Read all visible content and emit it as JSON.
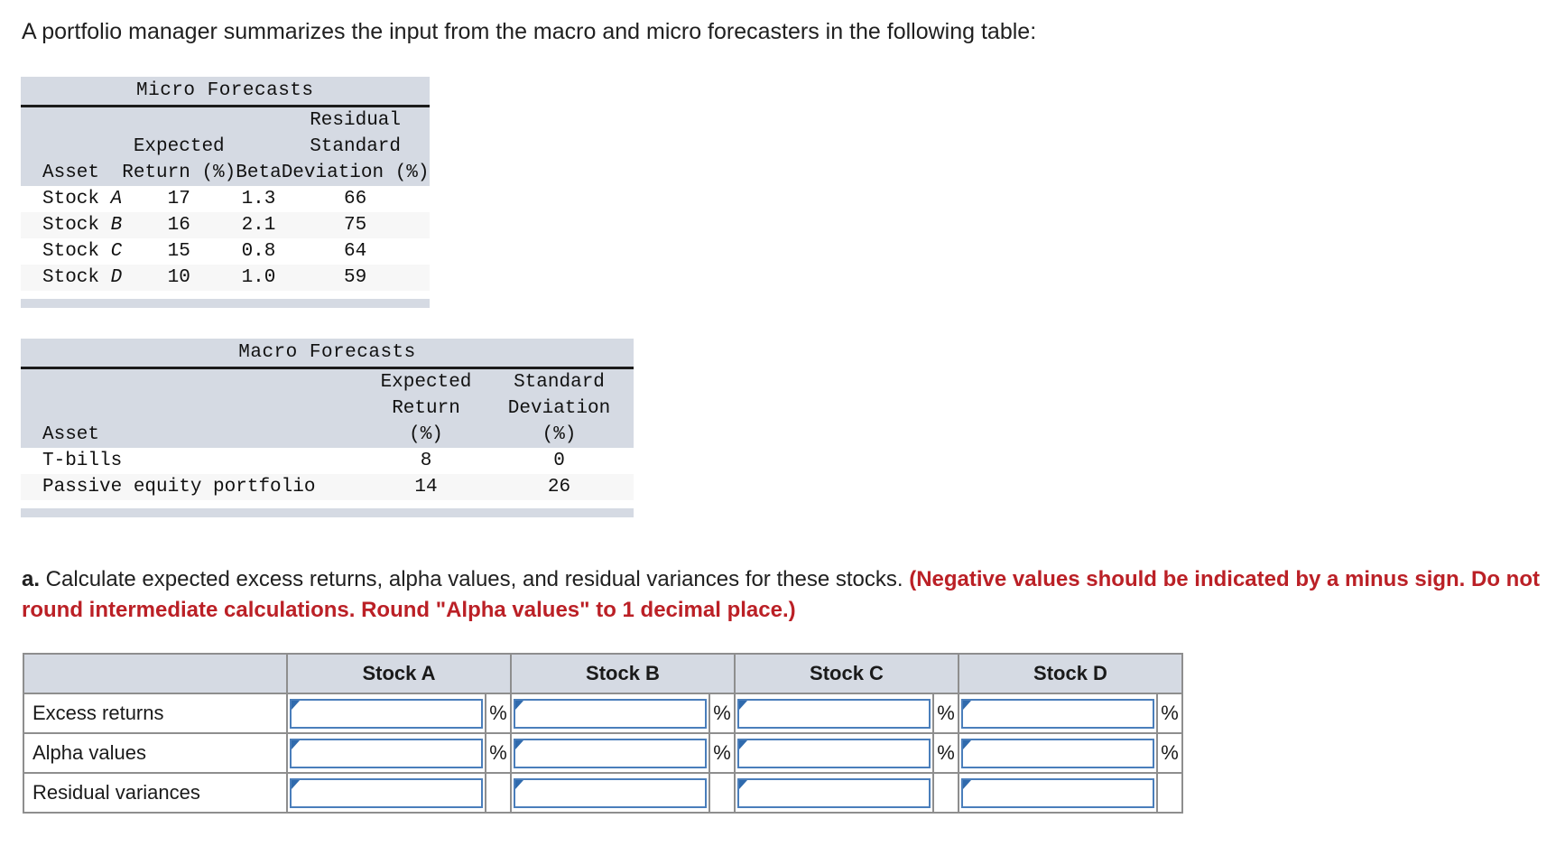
{
  "intro": {
    "text": "A portfolio manager summarizes the input from the macro and micro forecasters in the following table:"
  },
  "micro_table": {
    "title": "Micro Forecasts",
    "headers": {
      "asset": "Asset",
      "expected_return_line1": "Expected",
      "expected_return_line2": "Return (%)",
      "beta": "Beta",
      "residual_sd_line1": "Residual",
      "residual_sd_line2": "Standard",
      "residual_sd_line3": "Deviation (%)"
    },
    "rows": [
      {
        "asset_prefix": "Stock ",
        "asset_letter": "A",
        "expected_return": "17",
        "beta": "1.3",
        "residual_sd": "66"
      },
      {
        "asset_prefix": "Stock ",
        "asset_letter": "B",
        "expected_return": "16",
        "beta": "2.1",
        "residual_sd": "75"
      },
      {
        "asset_prefix": "Stock ",
        "asset_letter": "C",
        "expected_return": "15",
        "beta": "0.8",
        "residual_sd": "64"
      },
      {
        "asset_prefix": "Stock ",
        "asset_letter": "D",
        "expected_return": "10",
        "beta": "1.0",
        "residual_sd": "59"
      }
    ]
  },
  "macro_table": {
    "title": "Macro Forecasts",
    "headers": {
      "asset": "Asset",
      "expected_return_line1": "Expected",
      "expected_return_line2": "Return",
      "expected_return_line3": "(%)",
      "std_dev_line1": "Standard",
      "std_dev_line2": "Deviation",
      "std_dev_line3": "(%)"
    },
    "rows": [
      {
        "asset": "T-bills",
        "expected_return": "8",
        "std_dev": "0"
      },
      {
        "asset": "Passive equity portfolio",
        "expected_return": "14",
        "std_dev": "26"
      }
    ]
  },
  "prompt": {
    "label": "a.",
    "question": " Calculate expected excess returns, alpha values, and residual variances for these stocks. ",
    "instruction": "(Negative values should be indicated by a minus sign. Do not round intermediate calculations. Round \"Alpha values\" to 1 decimal place.)"
  },
  "answer_table": {
    "corner_header": "",
    "columns": [
      "Stock A",
      "Stock B",
      "Stock C",
      "Stock D"
    ],
    "rows": [
      {
        "label": "Excess returns",
        "cells": [
          {
            "value": "",
            "unit": "%"
          },
          {
            "value": "",
            "unit": "%"
          },
          {
            "value": "",
            "unit": "%"
          },
          {
            "value": "",
            "unit": "%"
          }
        ]
      },
      {
        "label": "Alpha values",
        "cells": [
          {
            "value": "",
            "unit": "%"
          },
          {
            "value": "",
            "unit": "%"
          },
          {
            "value": "",
            "unit": "%"
          },
          {
            "value": "",
            "unit": "%"
          }
        ]
      },
      {
        "label": "Residual variances",
        "cells": [
          {
            "value": "",
            "unit": ""
          },
          {
            "value": "",
            "unit": ""
          },
          {
            "value": "",
            "unit": ""
          },
          {
            "value": "",
            "unit": ""
          }
        ]
      }
    ]
  },
  "colors": {
    "header_shade": "#d5dae3",
    "alt_row": "#f7f7f7",
    "input_border": "#4a7ebb",
    "input_flag": "#2f6aad",
    "instruction_red": "#bb2026",
    "grid_line": "#8e8e8e"
  }
}
